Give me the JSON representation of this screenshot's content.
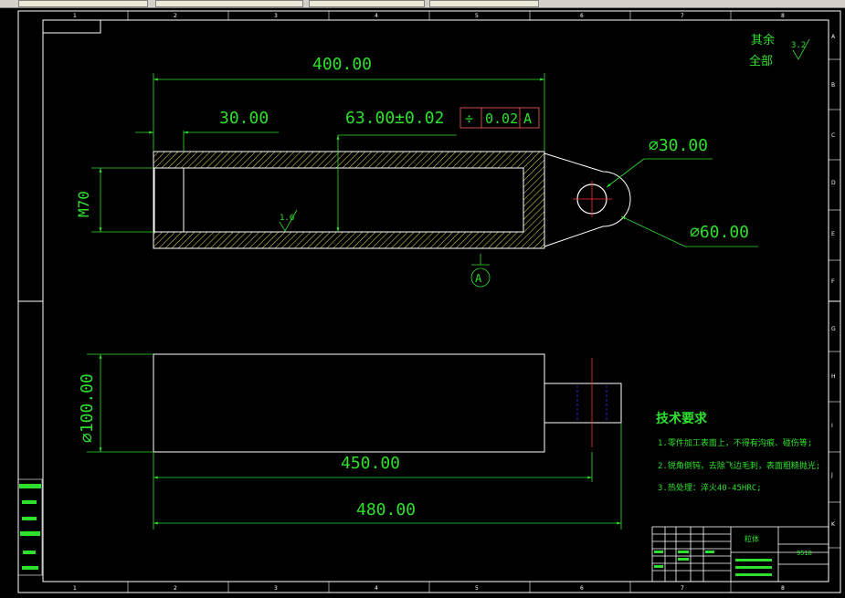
{
  "toolbar": {
    "tabs": [
      "",
      "",
      "",
      ""
    ]
  },
  "drawing": {
    "dims": {
      "overall_length_top": "400.00",
      "shoulder": "30.00",
      "inner_depth": "63.00±0.02",
      "thread": "M70",
      "hole_dia": "⌀30.00",
      "boss_dia": "⌀60.00",
      "body_dia": "⌀100.00",
      "length_450": "450.00",
      "length_480": "480.00"
    },
    "tolerance_frame": {
      "symbol": "÷",
      "value": "0.02",
      "datum": "A"
    },
    "datum_label": "A",
    "surface_finish_bore": "1.6",
    "surface_finish_rest": "3.2",
    "rest_text_1": "其余",
    "rest_text_2": "全部",
    "tech_req": {
      "title": "技术要求",
      "items": [
        "1.零件加工表面上，不得有沟痕、碰伤等;",
        "2.锐角倒钝，去除飞边毛刺，表面粗糙抛光;",
        "3.热处理：淬火40-45HRC;"
      ]
    },
    "title_block": {
      "cell_a": "粒体",
      "cell_b": "9518"
    },
    "border_numbers_top": [
      "1",
      "2",
      "3",
      "4",
      "5",
      "6",
      "7",
      "8"
    ],
    "border_letters_right": [
      "A",
      "B",
      "C",
      "D",
      "E",
      "F",
      "G",
      "H",
      "I",
      "J",
      "K"
    ]
  },
  "colors": {
    "dim": "#2ee02e",
    "geometry": "#ffffff",
    "hatch": "#e8e85a",
    "center": "#ff3030",
    "hidden": "#3030ff"
  }
}
